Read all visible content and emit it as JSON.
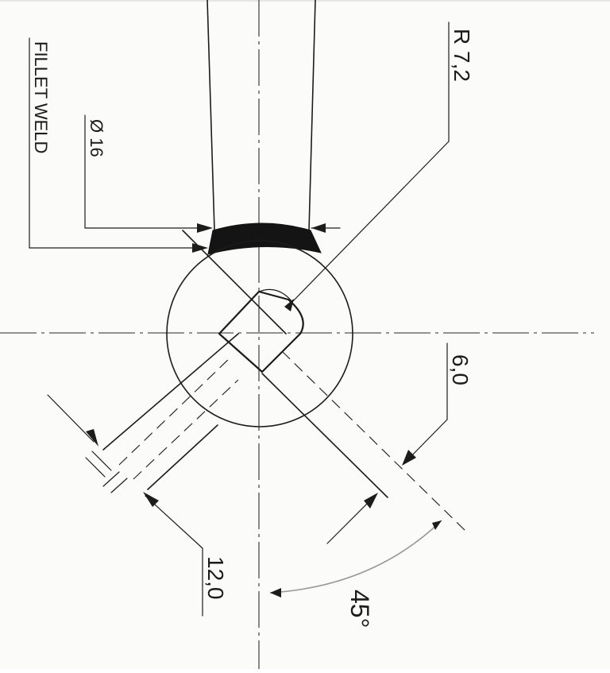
{
  "drawing": {
    "labels": {
      "fillet_weld": "FILLET WELD",
      "diameter": "Ø 16",
      "radius": "R 7,2",
      "thickness": "6,0",
      "width": "12,0",
      "angle": "45°"
    },
    "colors": {
      "ink": "#1c1c1c",
      "paper": "#fbfbfa",
      "pencil_arc": "#9a9a9a"
    }
  }
}
